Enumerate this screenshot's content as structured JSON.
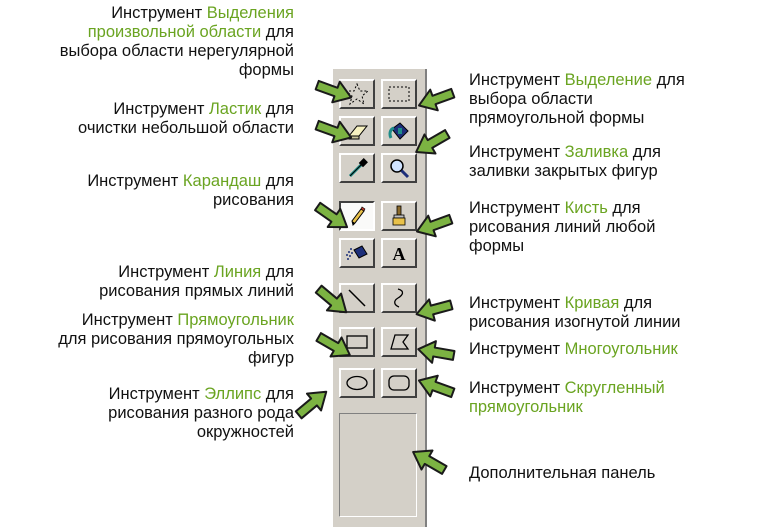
{
  "labels": {
    "free_select": {
      "line1_pre": "Инструмент ",
      "line1_hl": "Выделения",
      "line2_hl": "произвольной области",
      "line2_post": " для",
      "line3": "выбора области нерегулярной",
      "line4": "формы"
    },
    "select": {
      "line1_pre": "Инструмент ",
      "line1_hl": "Выделение",
      "line1_post": " для",
      "line2": "выбора области",
      "line3": "прямоугольной формы"
    },
    "eraser": {
      "line1_pre": "Инструмент ",
      "line1_hl": "Ластик",
      "line1_post": " для",
      "line2": "очистки небольшой области"
    },
    "fill": {
      "line1_pre": "Инструмент ",
      "line1_hl": "Заливка",
      "line1_post": " для",
      "line2": "заливки закрытых фигур"
    },
    "pencil": {
      "line1_pre": "Инструмент ",
      "line1_hl": "Карандаш",
      "line1_post": " для",
      "line2": "рисования"
    },
    "brush": {
      "line1_pre": "Инструмент ",
      "line1_hl": "Кисть",
      "line1_post": " для",
      "line2": "рисования линий любой",
      "line3": "формы"
    },
    "line": {
      "line1_pre": "Инструмент ",
      "line1_hl": "Линия",
      "line1_post": " для",
      "line2": "рисования прямых линий"
    },
    "curve": {
      "line1_pre": "Инструмент ",
      "line1_hl": "Кривая",
      "line1_post": " для",
      "line2": "рисования изогнутой линии"
    },
    "rectangle": {
      "line1_pre": "Инструмент ",
      "line1_hl": "Прямоугольник",
      "line2": "для рисования прямоугольных",
      "line3": "фигур"
    },
    "polygon": {
      "line1_pre": "Инструмент ",
      "line1_hl": "Многоугольник"
    },
    "ellipse": {
      "line1_pre": "Инструмент ",
      "line1_hl": "Эллипс",
      "line1_post": " для",
      "line2": "рисования разного рода",
      "line3": "окружностей"
    },
    "rounded_rect": {
      "line1_pre": "Инструмент ",
      "line1_hl": "Скругленный",
      "line2_hl": "прямоугольник"
    },
    "extra_panel": {
      "line1": "Дополнительная панель"
    }
  },
  "colors": {
    "highlight": "#6aa421",
    "arrow_fill": "#7cb342",
    "arrow_stroke": "#1a1a1a",
    "toolbox_face": "#d4d0c8"
  },
  "toolbox": {
    "buttons": [
      {
        "id": "free-select",
        "icon": "star-dashed-icon",
        "pressed": false
      },
      {
        "id": "select",
        "icon": "dashed-rectangle-icon",
        "pressed": false
      },
      {
        "id": "eraser",
        "icon": "eraser-icon",
        "pressed": false
      },
      {
        "id": "fill",
        "icon": "paint-bucket-icon",
        "pressed": false
      },
      {
        "id": "color-picker",
        "icon": "eyedropper-icon",
        "pressed": false
      },
      {
        "id": "magnifier",
        "icon": "magnifier-icon",
        "pressed": false
      },
      {
        "id": "pencil",
        "icon": "pencil-icon",
        "pressed": true
      },
      {
        "id": "brush",
        "icon": "brush-icon",
        "pressed": false
      },
      {
        "id": "airbrush",
        "icon": "airbrush-icon",
        "pressed": false
      },
      {
        "id": "text",
        "icon": "text-a-icon",
        "pressed": false
      },
      {
        "id": "line",
        "icon": "line-icon",
        "pressed": false
      },
      {
        "id": "curve",
        "icon": "curve-icon",
        "pressed": false
      },
      {
        "id": "rectangle",
        "icon": "rectangle-icon",
        "pressed": false
      },
      {
        "id": "polygon",
        "icon": "polygon-icon",
        "pressed": false
      },
      {
        "id": "ellipse",
        "icon": "ellipse-icon",
        "pressed": false
      },
      {
        "id": "rounded-rect",
        "icon": "rounded-rectangle-icon",
        "pressed": false
      }
    ],
    "text_tool_glyph": "A"
  }
}
